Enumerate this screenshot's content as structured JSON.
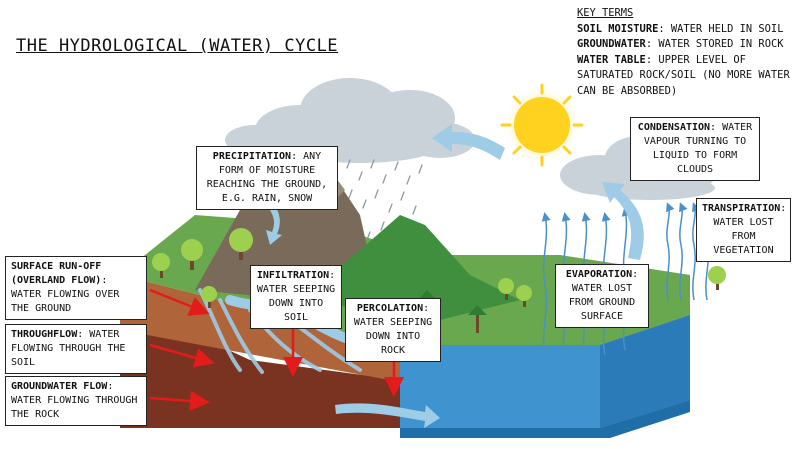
{
  "title": "The hydrological (water) cycle",
  "key_terms": {
    "heading": "Key terms",
    "items": [
      {
        "term": "Soil moisture",
        "definition": "water held in soil"
      },
      {
        "term": "Groundwater",
        "definition": "water stored in rock"
      },
      {
        "term": "Water table",
        "definition": "upper level of saturated rock/soil (no more water can be absorbed)"
      }
    ]
  },
  "labels": {
    "precipitation": {
      "term": "Precipitation",
      "text": "Any form of moisture reaching the ground, e.g. rain, snow"
    },
    "condensation": {
      "term": "Condensation",
      "text": "Water vapour turning to liquid to form clouds"
    },
    "transpiration": {
      "term": "Transpiration",
      "text": "Water lost from vegetation"
    },
    "evaporation": {
      "term": "Evaporation",
      "text": "Water lost from ground surface"
    },
    "infiltration": {
      "term": "Infiltration",
      "text": "Water seeping down into soil"
    },
    "percolation": {
      "term": "Percolation",
      "text": "Water seeping down into rock"
    },
    "surface_runoff": {
      "term": "Surface run-off (overland flow)",
      "text": "Water flowing over the ground"
    },
    "throughflow": {
      "term": "Throughflow",
      "text": "Water flowing through the soil"
    },
    "groundwater_flow": {
      "term": "Groundwater flow",
      "text": "Water flowing through the rock"
    }
  },
  "colors": {
    "sea": "#3f93cf",
    "sea_side": "#1f6ea8",
    "grass": "#6aa84f",
    "soil": "#b0643a",
    "rock": "#7a3321",
    "arrow_red": "#e31b1b",
    "arrow_blue": "#7ab3dc",
    "sun": "#ffd21f",
    "cloud": "#c9d1d9"
  }
}
